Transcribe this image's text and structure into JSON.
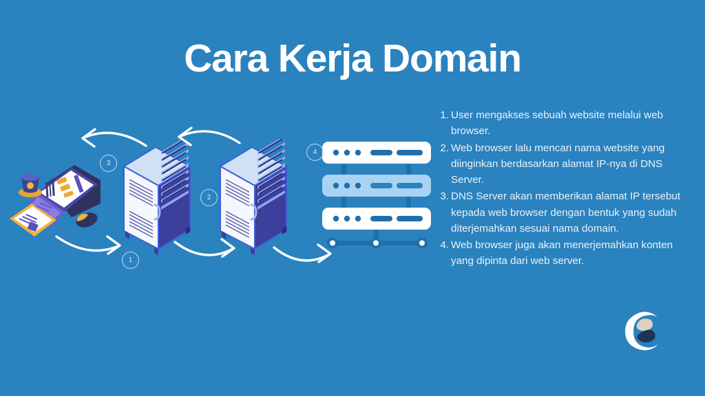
{
  "slide": {
    "title": "Cara Kerja Domain",
    "background_color": "#2a82bf",
    "text_color": "#eaf3fa",
    "accent_color": "#ffffff"
  },
  "steps": [
    {
      "number": "1.",
      "text": "User mengakses sebuah website melalui web browser."
    },
    {
      "number": "2.",
      "text": "Web browser lalu mencari nama website yang diinginkan berdasarkan alamat IP-nya di DNS Server."
    },
    {
      "number": "3.",
      "text": "DNS Server akan memberikan alamat IP tersebut kepada web browser dengan bentuk yang sudah diterjemahkan sesuai nama domain."
    },
    {
      "number": "4.",
      "text": "Web browser juga akan menerjemahkan konten yang dipinta dari web server."
    }
  ],
  "markers": [
    {
      "id": "1",
      "label": "1"
    },
    {
      "id": "2",
      "label": "2"
    },
    {
      "id": "3",
      "label": "3"
    },
    {
      "id": "4",
      "label": "4"
    }
  ],
  "illustrations": {
    "laptop": "laptop-workstation-illustration",
    "server_rack_1": "server-rack-illustration",
    "server_rack_2": "server-rack-illustration",
    "dns_server": "dns-server-stack-illustration",
    "logo": "brand-c-logo"
  },
  "flow_arrows": [
    {
      "name": "arrow-laptop-to-rack1",
      "direction": "right",
      "step": "1"
    },
    {
      "name": "arrow-rack1-to-rack2",
      "direction": "right",
      "step": "2"
    },
    {
      "name": "arrow-rack2-to-dns",
      "direction": "right",
      "step": "4"
    },
    {
      "name": "arrow-rack1-to-laptop",
      "direction": "left",
      "step": "3"
    },
    {
      "name": "arrow-rack2-to-rack1",
      "direction": "left",
      "step": "2"
    }
  ]
}
